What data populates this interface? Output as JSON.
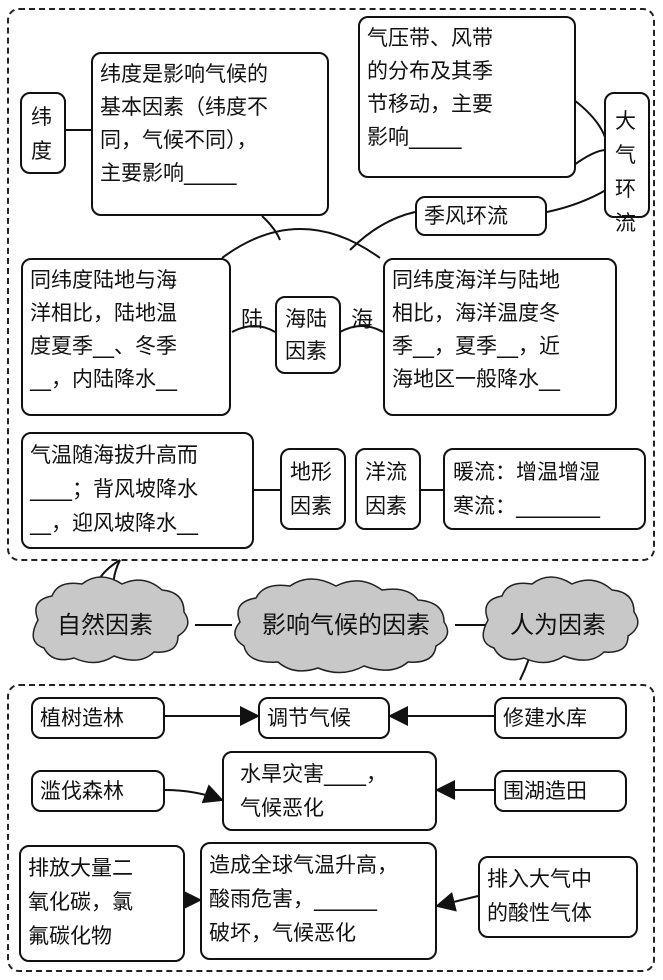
{
  "top": {
    "latitude": "纬度",
    "latitude_text": [
      "纬度是影响气候的",
      "基本因素（纬度不",
      "同，气候不同），",
      "主要影响_____"
    ],
    "pressure_text": [
      "气压带、风带",
      "的分布及其季",
      "节移动，主要",
      "影响_____"
    ],
    "atmosphere": [
      "大气",
      "环流"
    ],
    "monsoon": "季风环流",
    "land_text": [
      "同纬度陆地与海",
      "洋相比，陆地温",
      "度夏季__、冬季",
      "__，内陆降水__"
    ],
    "land": "陆",
    "sea_land": [
      "海陆",
      "因素"
    ],
    "sea": "海",
    "sea_text": [
      "同纬度海洋与陆地",
      "相比，海洋温度冬",
      "季__，夏季__，近",
      "海地区一般降水__"
    ],
    "altitude_text": [
      "气温随海拔升高而",
      "____；背风坡降水",
      "__，迎风坡降水__"
    ],
    "terrain": [
      "地形",
      "因素"
    ],
    "current": [
      "洋流",
      "因素"
    ],
    "current_text": [
      "暖流：增温增湿",
      "寒流：________"
    ]
  },
  "middle": {
    "natural": "自然因素",
    "center": "影响气候的因素",
    "human": "人为因素"
  },
  "bottom": {
    "plant": "植树造林",
    "regulate": "调节气候",
    "reservoir": "修建水库",
    "deforest": "滥伐森林",
    "drought_text": [
      "水旱灾害____，",
      "气候恶化"
    ],
    "reclaim": "围湖造田",
    "emission_text": [
      "排放大量二",
      "氧化碳，氯",
      "氟碳化物"
    ],
    "warming_text": [
      "造成全球气温升高，",
      "酸雨危害，______",
      "破坏，气候恶化"
    ],
    "acid_text": [
      "排入大气中",
      "的酸性气体"
    ]
  }
}
